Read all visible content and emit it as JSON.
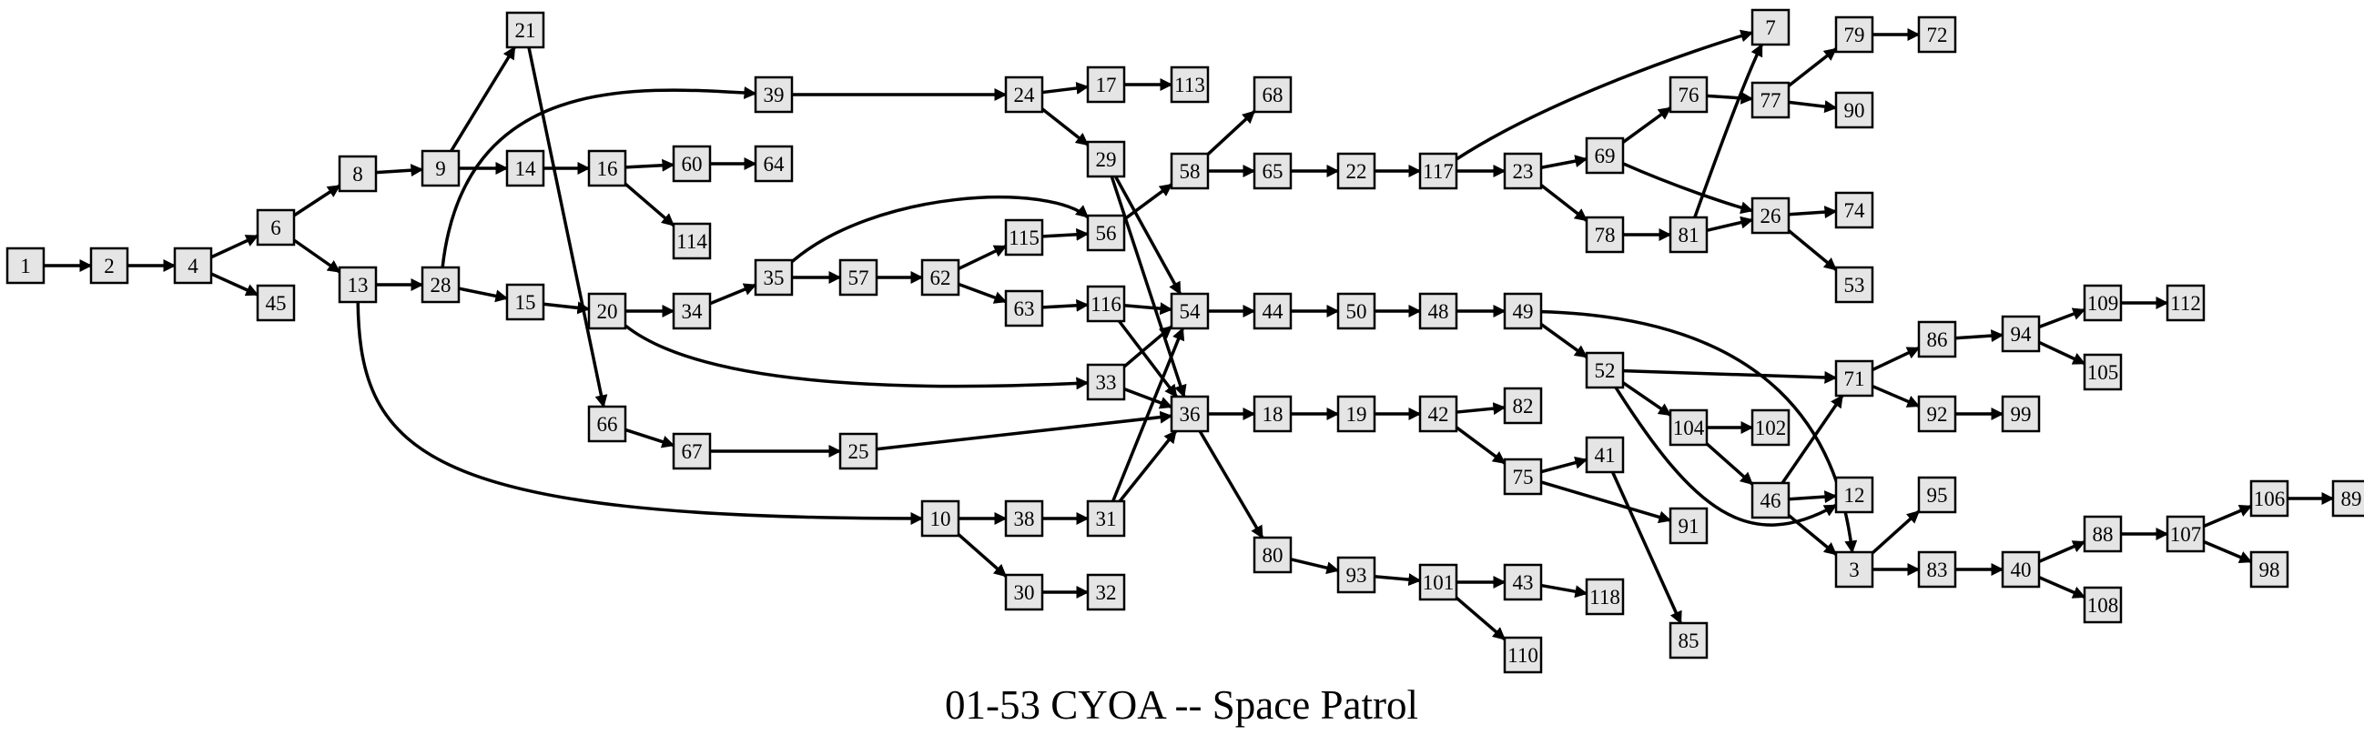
{
  "title": "01-53 CYOA -- Space Patrol",
  "nodes": [
    "1",
    "2",
    "4",
    "6",
    "45",
    "8",
    "13",
    "9",
    "21",
    "14",
    "16",
    "60",
    "64",
    "114",
    "28",
    "39",
    "15",
    "20",
    "34",
    "35",
    "57",
    "62",
    "115",
    "56",
    "63",
    "116",
    "54",
    "33",
    "36",
    "66",
    "67",
    "25",
    "10",
    "38",
    "31",
    "30",
    "32",
    "24",
    "17",
    "113",
    "29",
    "58",
    "68",
    "65",
    "22",
    "117",
    "7",
    "23",
    "69",
    "76",
    "77",
    "79",
    "72",
    "90",
    "26",
    "74",
    "53",
    "78",
    "81",
    "44",
    "50",
    "48",
    "49",
    "52",
    "71",
    "86",
    "94",
    "109",
    "112",
    "105",
    "92",
    "99",
    "104",
    "102",
    "46",
    "12",
    "3",
    "95",
    "83",
    "40",
    "88",
    "107",
    "106",
    "89",
    "98",
    "108",
    "18",
    "19",
    "42",
    "82",
    "75",
    "41",
    "91",
    "85",
    "80",
    "93",
    "101",
    "43",
    "118",
    "110"
  ],
  "edges": [
    [
      "1",
      "2"
    ],
    [
      "2",
      "4"
    ],
    [
      "4",
      "6"
    ],
    [
      "4",
      "45"
    ],
    [
      "6",
      "8"
    ],
    [
      "6",
      "13"
    ],
    [
      "8",
      "9"
    ],
    [
      "9",
      "21"
    ],
    [
      "9",
      "14"
    ],
    [
      "14",
      "16"
    ],
    [
      "16",
      "60"
    ],
    [
      "16",
      "114"
    ],
    [
      "60",
      "64"
    ],
    [
      "13",
      "28"
    ],
    [
      "13",
      "10"
    ],
    [
      "28",
      "39"
    ],
    [
      "28",
      "15"
    ],
    [
      "15",
      "20"
    ],
    [
      "20",
      "34"
    ],
    [
      "20",
      "33"
    ],
    [
      "34",
      "35"
    ],
    [
      "35",
      "57"
    ],
    [
      "35",
      "56"
    ],
    [
      "57",
      "62"
    ],
    [
      "62",
      "115"
    ],
    [
      "62",
      "63"
    ],
    [
      "115",
      "56"
    ],
    [
      "63",
      "116"
    ],
    [
      "116",
      "54"
    ],
    [
      "116",
      "36"
    ],
    [
      "33",
      "54"
    ],
    [
      "33",
      "36"
    ],
    [
      "21",
      "66"
    ],
    [
      "66",
      "67"
    ],
    [
      "67",
      "25"
    ],
    [
      "25",
      "36"
    ],
    [
      "10",
      "38"
    ],
    [
      "10",
      "30"
    ],
    [
      "38",
      "31"
    ],
    [
      "31",
      "54"
    ],
    [
      "31",
      "36"
    ],
    [
      "30",
      "32"
    ],
    [
      "39",
      "24"
    ],
    [
      "24",
      "17"
    ],
    [
      "24",
      "29"
    ],
    [
      "17",
      "113"
    ],
    [
      "29",
      "54"
    ],
    [
      "29",
      "36"
    ],
    [
      "56",
      "58"
    ],
    [
      "58",
      "68"
    ],
    [
      "58",
      "65"
    ],
    [
      "65",
      "22"
    ],
    [
      "22",
      "117"
    ],
    [
      "117",
      "7"
    ],
    [
      "117",
      "23"
    ],
    [
      "23",
      "69"
    ],
    [
      "23",
      "78"
    ],
    [
      "69",
      "76"
    ],
    [
      "69",
      "26"
    ],
    [
      "76",
      "77"
    ],
    [
      "77",
      "79"
    ],
    [
      "77",
      "90"
    ],
    [
      "79",
      "72"
    ],
    [
      "78",
      "81"
    ],
    [
      "81",
      "7"
    ],
    [
      "81",
      "26"
    ],
    [
      "26",
      "74"
    ],
    [
      "26",
      "53"
    ],
    [
      "54",
      "44"
    ],
    [
      "44",
      "50"
    ],
    [
      "50",
      "48"
    ],
    [
      "48",
      "49"
    ],
    [
      "49",
      "52"
    ],
    [
      "49",
      "3"
    ],
    [
      "52",
      "71"
    ],
    [
      "52",
      "104"
    ],
    [
      "52",
      "12"
    ],
    [
      "104",
      "102"
    ],
    [
      "104",
      "46"
    ],
    [
      "46",
      "71"
    ],
    [
      "46",
      "12"
    ],
    [
      "46",
      "3"
    ],
    [
      "71",
      "86"
    ],
    [
      "71",
      "92"
    ],
    [
      "86",
      "94"
    ],
    [
      "94",
      "109"
    ],
    [
      "94",
      "105"
    ],
    [
      "109",
      "112"
    ],
    [
      "92",
      "99"
    ],
    [
      "3",
      "95"
    ],
    [
      "3",
      "83"
    ],
    [
      "83",
      "40"
    ],
    [
      "40",
      "88"
    ],
    [
      "40",
      "108"
    ],
    [
      "88",
      "107"
    ],
    [
      "107",
      "106"
    ],
    [
      "107",
      "98"
    ],
    [
      "106",
      "89"
    ],
    [
      "36",
      "18"
    ],
    [
      "36",
      "80"
    ],
    [
      "18",
      "19"
    ],
    [
      "19",
      "42"
    ],
    [
      "42",
      "82"
    ],
    [
      "42",
      "75"
    ],
    [
      "75",
      "41"
    ],
    [
      "75",
      "91"
    ],
    [
      "41",
      "85"
    ],
    [
      "80",
      "93"
    ],
    [
      "93",
      "101"
    ],
    [
      "101",
      "43"
    ],
    [
      "101",
      "110"
    ],
    [
      "43",
      "118"
    ]
  ]
}
